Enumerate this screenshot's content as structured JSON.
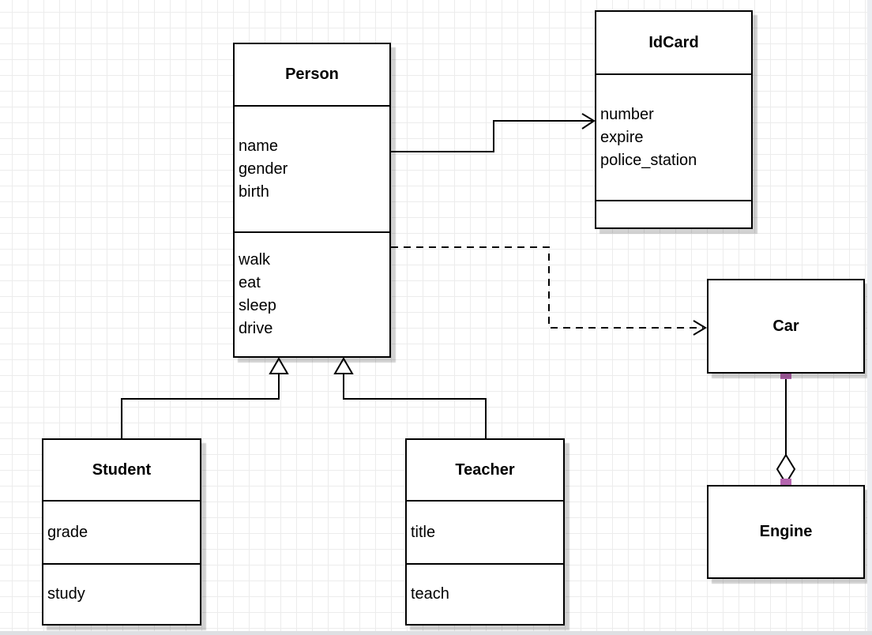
{
  "canvas": {
    "background_color": "#ffffff",
    "grid_color": "#ececec",
    "grid_size": 20,
    "stroke_color": "#000000",
    "shape_fill_color": "#ffffff",
    "shadow_color": "rgba(0,0,0,0.18)",
    "connection_point_color": "#b464ae"
  },
  "classes": {
    "person": {
      "title": "Person",
      "attributes": [
        "name",
        "gender",
        "birth"
      ],
      "methods": [
        "walk",
        "eat",
        "sleep",
        "drive"
      ]
    },
    "idcard": {
      "title": "IdCard",
      "attributes": [
        "number",
        "expire",
        "police_station"
      ],
      "methods": []
    },
    "car": {
      "title": "Car"
    },
    "engine": {
      "title": "Engine"
    },
    "student": {
      "title": "Student",
      "attributes": [
        "grade"
      ],
      "methods": [
        "study"
      ]
    },
    "teacher": {
      "title": "Teacher",
      "attributes": [
        "title"
      ],
      "methods": [
        "teach"
      ]
    }
  },
  "relationships": [
    {
      "from": "Person",
      "to": "IdCard",
      "type": "association",
      "line": "solid",
      "arrowhead": "open"
    },
    {
      "from": "Person",
      "to": "Car",
      "type": "dependency",
      "line": "dashed",
      "arrowhead": "open"
    },
    {
      "from": "Student",
      "to": "Person",
      "type": "generalization",
      "line": "solid",
      "arrowhead": "hollow-triangle"
    },
    {
      "from": "Teacher",
      "to": "Person",
      "type": "generalization",
      "line": "solid",
      "arrowhead": "hollow-triangle"
    },
    {
      "from": "Car",
      "to": "Engine",
      "type": "aggregation",
      "line": "solid",
      "arrowhead": "hollow-diamond"
    }
  ]
}
